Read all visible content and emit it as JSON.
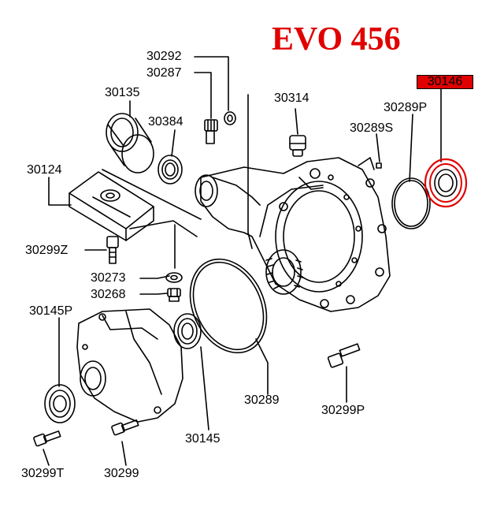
{
  "title": "EVO 456",
  "colors": {
    "title": "#e00000",
    "highlight": "#e00000",
    "line": "#000000"
  },
  "parts": {
    "p30292": "30292",
    "p30287": "30287",
    "p30135": "30135",
    "p30384": "30384",
    "p30314": "30314",
    "p30146": "30146",
    "p30289P": "30289P",
    "p30289S": "30289S",
    "p30124": "30124",
    "p30299Z": "30299Z",
    "p30273": "30273",
    "p30268": "30268",
    "p30145P": "30145P",
    "p30289": "30289",
    "p30299P": "30299P",
    "p30145": "30145",
    "p30299T": "30299T",
    "p30299": "30299"
  }
}
